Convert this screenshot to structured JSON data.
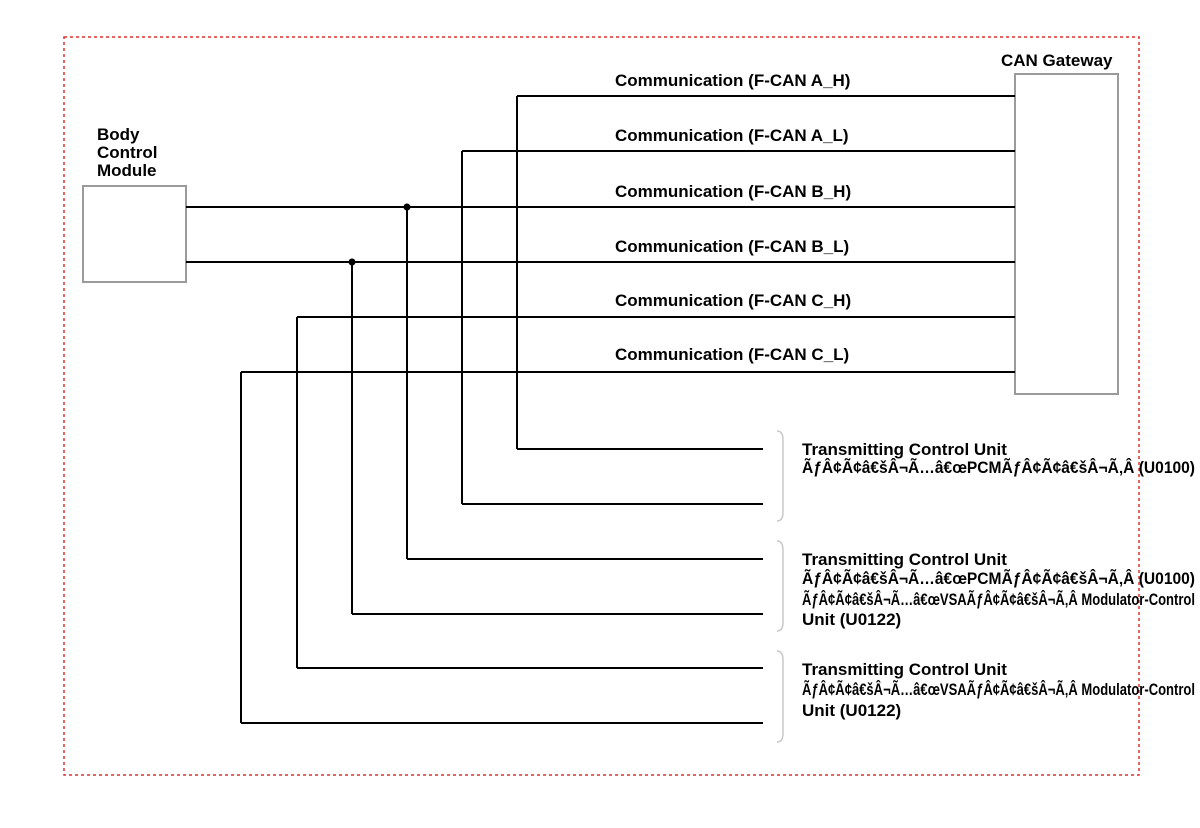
{
  "bcm_label": [
    "Body",
    "Control",
    "Module"
  ],
  "gateway_label": "CAN Gateway",
  "lines": [
    "Communication (F-CAN A_H)",
    "Communication (F-CAN A_L)",
    "Communication (F-CAN B_H)",
    "Communication (F-CAN B_L)",
    "Communication (F-CAN C_H)",
    "Communication (F-CAN C_L)"
  ],
  "units": [
    [
      "Transmitting Control Unit",
      "ÃƒÂ¢Ã¢â€šÂ¬Ã…â€œPCMÃƒÂ¢Ã¢â€šÂ¬Ã‚Â (U0100)"
    ],
    [
      "Transmitting Control Unit",
      "ÃƒÂ¢Ã¢â€šÂ¬Ã…â€œPCMÃƒÂ¢Ã¢â€šÂ¬Ã‚Â (U0100)",
      "ÃƒÂ¢Ã¢â€šÂ¬Ã…â€œVSAÃƒÂ¢Ã¢â€šÂ¬Ã‚Â Modulator-Control",
      "Unit (U0122)"
    ],
    [
      "Transmitting Control Unit",
      "ÃƒÂ¢Ã¢â€šÂ¬Ã…â€œVSAÃƒÂ¢Ã¢â€šÂ¬Ã‚Â Modulator-Control",
      "Unit (U0122)"
    ]
  ],
  "colors": {
    "border": "#e0312f",
    "wire": "#000000",
    "box": "#9a9a9a"
  }
}
